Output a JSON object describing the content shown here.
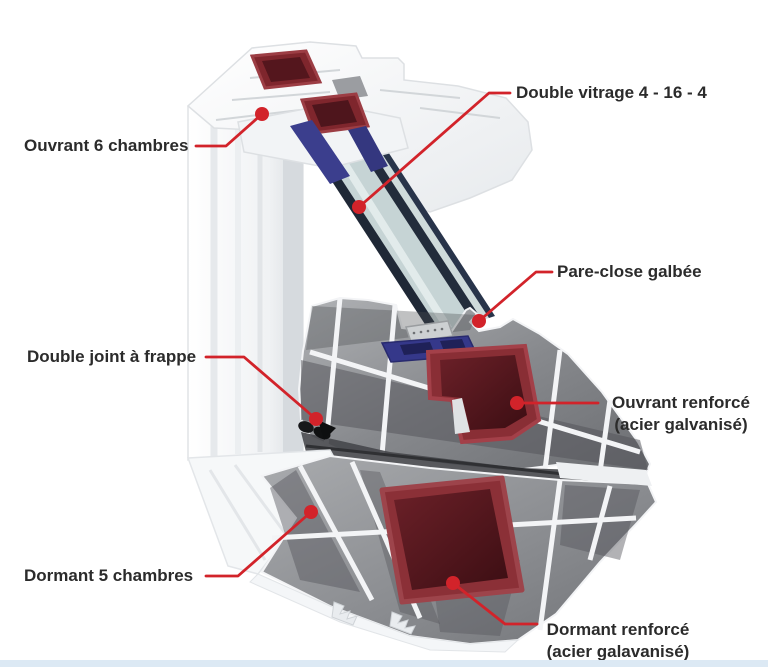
{
  "diagram": {
    "annotation_color": "#d2232a",
    "text_color": "#2b2b2b",
    "labels": {
      "ouvrant_chambres": {
        "text": "Ouvrant 6 chambres"
      },
      "double_vitrage": {
        "text": "Double vitrage 4 - 16 - 4"
      },
      "pare_close": {
        "text": "Pare-close galbée"
      },
      "double_joint": {
        "text": "Double joint à frappe"
      },
      "ouvrant_renforce": {
        "line1": "Ouvrant renforcé",
        "line2": "(acier galvanisé)"
      },
      "dormant_chambres": {
        "text": "Dormant 5 chambres"
      },
      "dormant_renforce": {
        "line1": "Dormant renforcé",
        "line2": "(acier galavanisé)"
      }
    },
    "materials": {
      "pvc_white": "#f6f8fa",
      "cut_face_gray": "#8b8d91",
      "chamber_shadow": "#55565b",
      "steel_reinforcement_red": "#7b252c",
      "glass_edge_navy": "#1f2836",
      "glass_tint": "#c6d4d5",
      "glazing_gasket_blue": "#35388a",
      "seal_black": "#17181a"
    },
    "footer_strip_color": "#dce9f4"
  }
}
